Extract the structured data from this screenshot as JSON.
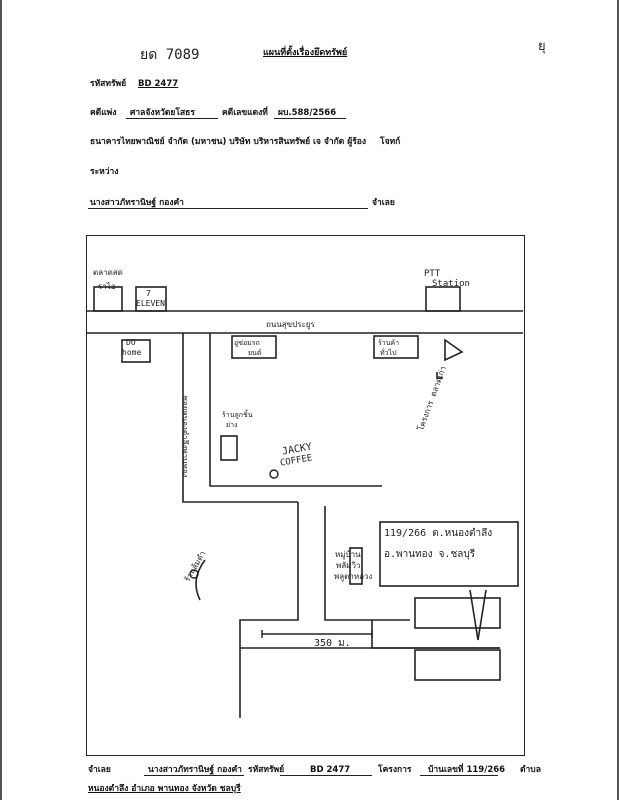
{
  "header": {
    "title": "แผนที่ตั้งเรื่องยึดทรัพย์",
    "handwritten_ref": "ยด 7089",
    "corner_mark": "ยุ"
  },
  "fields": {
    "asset_code_label": "รหัสทรัพย์",
    "asset_code_value": "BD 2477",
    "court_label": "คดีแพ่ง",
    "court_value": "ศาลจังหวัดยโสธร",
    "case_label": "คดีเลขแดงที่",
    "case_value": "ผบ.588/2566",
    "plaintiff_line": "ธนาคารไทยพาณิชย์ จำกัด (มหาชน) บริษัท บริหารสินทรัพย์ เจ จำกัด ผู้ร้อง",
    "plaintiff_role": "โจทก์",
    "between_label": "ระหว่าง",
    "defendant_name": "นางสาวภัทรานิษฐ์ กองคำ",
    "defendant_role": "จำเลย"
  },
  "map": {
    "store_7_eleven_top": "7",
    "store_7_eleven": "ELEVEN",
    "store_left_top": "ตลาดสด",
    "store_left_bottom": "ราไอ",
    "ptt": "PTT",
    "ptt_station": "Station",
    "road_main": "ถนนสุขประยูร",
    "do_home_1": "DO",
    "do_home_2": "home",
    "shop_a": "อู่ซ่อมรถ",
    "shop_a2": "ยนต์",
    "shop_b": "ร้านค้า",
    "shop_b2": "ทั่วไป",
    "road_right_label": "โครงการ ตลาดเก่า",
    "road_left_label": "ซอยหนองตำลึงพานทอง",
    "side_shop": "ร้านลูกชิ้น",
    "side_shop2": "ย่าง",
    "jacky_1": "JACKY",
    "jacky_2": "COFFEE",
    "left_curve": "ร้านส้มตำ",
    "village_1": "หมู่บ้าน",
    "village_2": "พลัมวิว",
    "village_3": "พลูตาหลวง",
    "address_1": "119/266 ต.หนองตำลึง",
    "address_2": "อ.พานทอง จ.ชลบุรี",
    "distance": "350 ม."
  },
  "footer": {
    "defendant_label": "จำเลย",
    "defendant_name": "นางสาวภัทรานิษฐ์ กองคำ",
    "asset_code_label": "รหัสทรัพย์",
    "asset_code_value": "BD 2477",
    "project_label": "โครงการ",
    "house_no": "บ้านเลขที่ 119/266",
    "subdistrict_label": "ตำบล",
    "location_line": "หนองตำลึง อำเภอ พานทอง จังหวัด ชลบุรี"
  }
}
